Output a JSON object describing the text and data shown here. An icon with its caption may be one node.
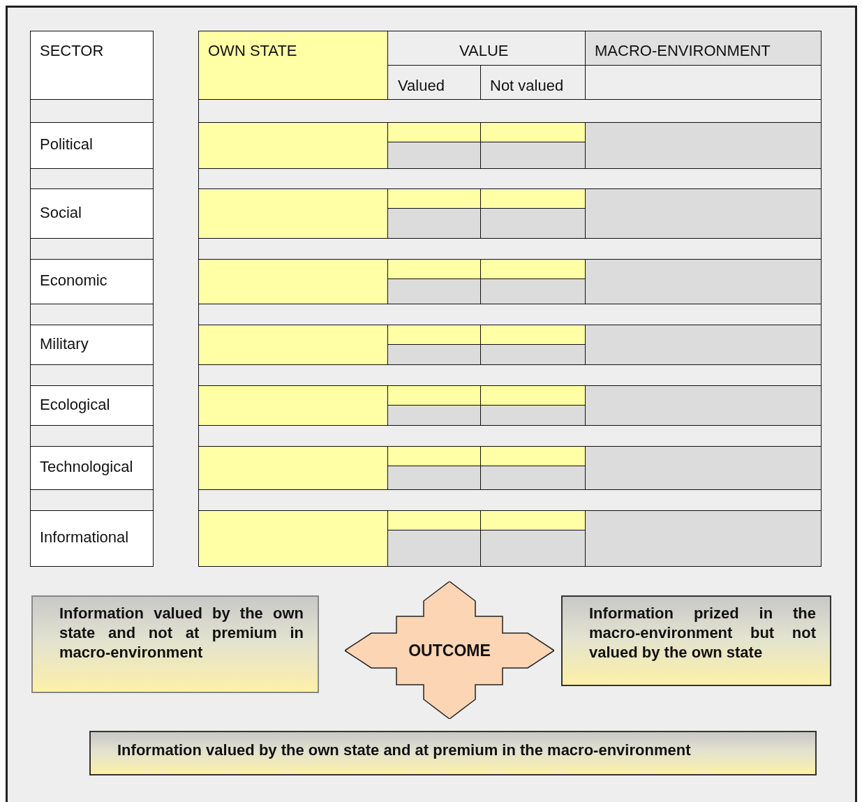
{
  "diagram": {
    "nodes": [
      {
        "text": [
          "Information valued by the own state and not at premium in macro-environment"
        ]
      },
      {
        "text": [
          "OUTCOME"
        ]
      },
      {
        "text": [
          "Information prized in the macro-environment but not valued by the own state"
        ]
      },
      {
        "text": [
          "Information valued by the own state and at premium in the macro-environment"
        ]
      }
    ],
    "labels": [
      "SECTOR",
      "OWN STATE",
      "VALUE",
      "MACRO-ENVIRONMENT",
      "Valued",
      "Not valued",
      "Political",
      "Social",
      "Economic",
      "Military",
      "Ecological",
      "Technological",
      "Informational"
    ]
  }
}
